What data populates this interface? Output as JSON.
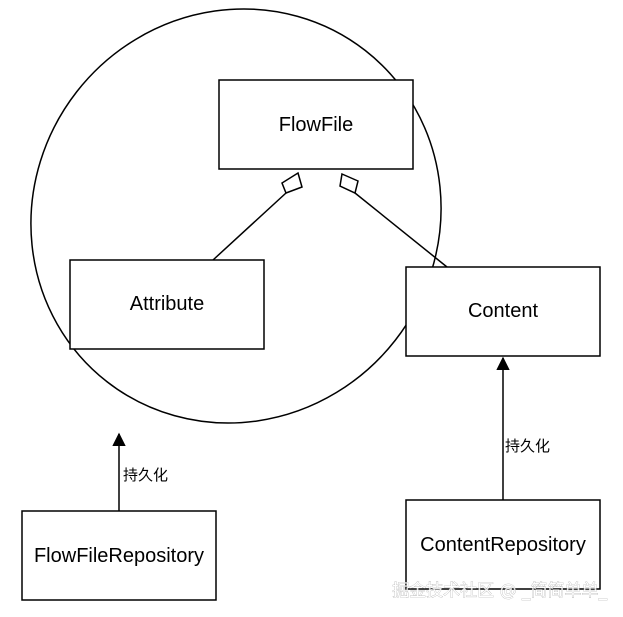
{
  "diagram": {
    "nodes": {
      "flowfile": {
        "label": "FlowFile"
      },
      "attribute": {
        "label": "Attribute"
      },
      "content": {
        "label": "Content"
      },
      "flowfile_repository": {
        "label": "FlowFileRepository"
      },
      "content_repository": {
        "label": "ContentRepository"
      }
    },
    "edges": {
      "flowfile_repo_persist": {
        "label": "持久化"
      },
      "content_repo_persist": {
        "label": "持久化"
      }
    }
  },
  "watermark": {
    "text": "掘金技术社区 @ _简简单单_"
  },
  "colors": {
    "stroke": "#000000",
    "background": "#ffffff"
  }
}
